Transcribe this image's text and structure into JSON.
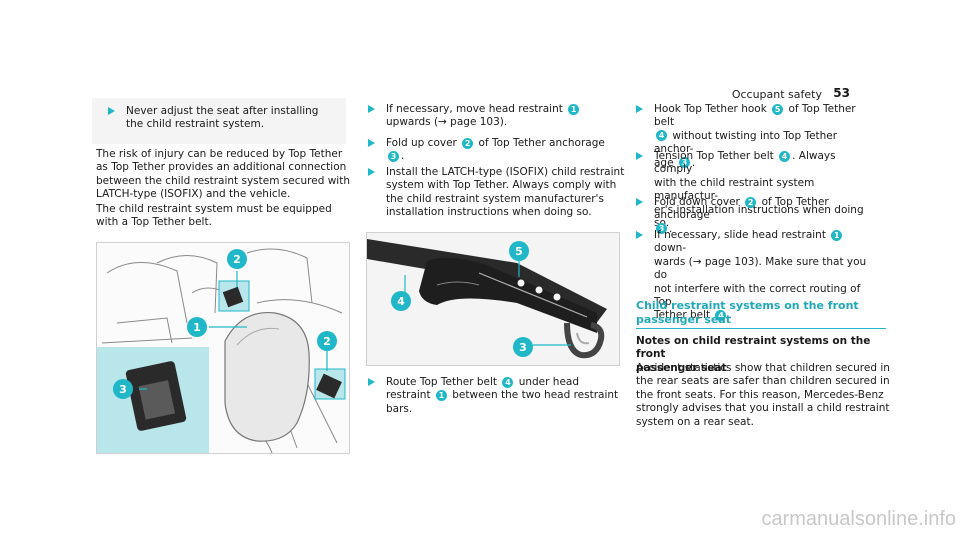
{
  "header": {
    "section": "Occupant safety",
    "page": "53"
  },
  "col1": {
    "note_line1": "Never adjust the seat after installing",
    "note_line2": "the child restraint system.",
    "para1": [
      "The risk of injury can be reduced by Top Tether",
      "as Top Tether provides an additional connection",
      "between the child restraint system secured with",
      "LATCH-type (ISOFIX) and the vehicle."
    ],
    "para2": [
      "The child restraint system must be equipped",
      "with a Top Tether belt."
    ],
    "figure_callouts": [
      "2",
      "1",
      "2",
      "3"
    ]
  },
  "col2": {
    "s1_a": "If necessary, move head restraint",
    "s1_n": "1",
    "s1_b": "upwards (→ page 103).",
    "s2_a": "Fold up cover",
    "s2_n": "2",
    "s2_b": "of Top Tether anchorage",
    "s2_n2": "3",
    "s2_c": ".",
    "s3": [
      "Install the LATCH-type (ISOFIX) child restraint",
      "system with Top Tether. Always comply with",
      "the child restraint system manufacturer's",
      "installation instructions when doing so."
    ],
    "figure_callouts": [
      "5",
      "4",
      "3"
    ],
    "s4_a": "Route Top Tether belt",
    "s4_n": "4",
    "s4_b": "under head",
    "s4_c": "restraint",
    "s4_n2": "1",
    "s4_d": "between the two head restraint",
    "s4_e": "bars."
  },
  "col3": {
    "s1_a": "Hook Top Tether hook",
    "s1_n": "5",
    "s1_b": "of Top Tether belt",
    "s1_n2": "4",
    "s1_c": "without twisting into Top Tether anchor-",
    "s1_d": "age",
    "s1_n3": "3",
    "s1_e": ".",
    "s2_a": "Tension Top Tether belt",
    "s2_n": "4",
    "s2_b": ". Always comply",
    "s2_c": [
      "with the child restraint system manufactur-",
      "er's installation instructions when doing so."
    ],
    "s3_a": "Fold down cover",
    "s3_n": "2",
    "s3_b": "of Top Tether anchorage",
    "s3_n2": "3",
    "s3_c": ".",
    "s4_a": "If necessary, slide head restraint",
    "s4_n": "1",
    "s4_b": "down-",
    "s4_c": "wards (→ page 103). Make sure that you do",
    "s4_d": "not interfere with the correct routing of Top",
    "s4_e": "Tether belt",
    "s4_n2": "4",
    "s4_f": ".",
    "section_title_1": "Child restraint systems on the front",
    "section_title_2": "passenger seat",
    "sub_1": "Notes on child restraint systems on the front",
    "sub_2": "passenger seat",
    "para": [
      "Accident statistics show that children secured in",
      "the rear seats are safer than children secured in",
      "the front seats. For this reason, Mercedes-Benz",
      "strongly advises that you install a child restraint",
      "system on a rear seat."
    ]
  },
  "watermark": "carmanualsonline.info"
}
